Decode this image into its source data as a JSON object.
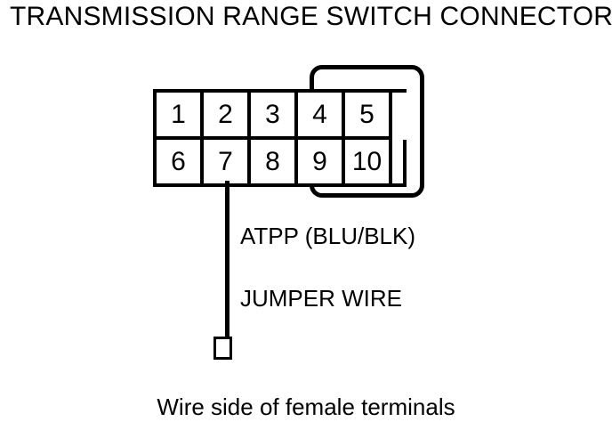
{
  "diagram": {
    "title": "TRANSMISSION RANGE SWITCH CONNECTOR",
    "caption": "Wire side of female terminals",
    "stroke_color": "#000000",
    "background_color": "#ffffff",
    "connector": {
      "name": "transmission-range-switch-connector",
      "pin_rows": [
        {
          "row": "top",
          "pins": [
            "1",
            "2",
            "3",
            "4",
            "5"
          ]
        },
        {
          "row": "bottom",
          "pins": [
            "6",
            "7",
            "8",
            "9",
            "10"
          ]
        }
      ]
    },
    "wire": {
      "origin_pin": "7",
      "signal_label": "ATPP (BLU/BLK)",
      "type_label": "JUMPER WIRE"
    }
  }
}
